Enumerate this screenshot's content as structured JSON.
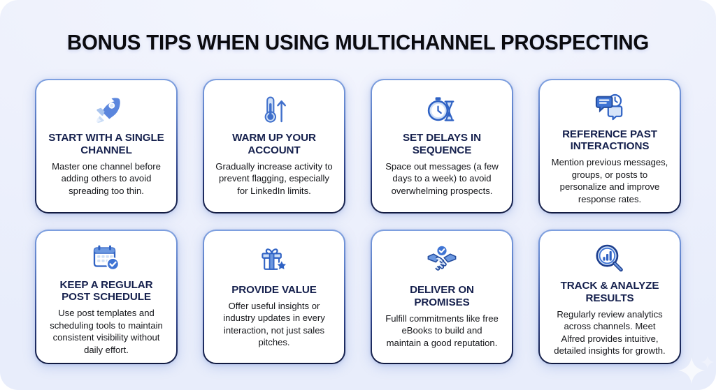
{
  "header": {
    "title": "BONUS TIPS WHEN USING MULTICHANNEL PROSPECTING"
  },
  "theme": {
    "background": "#eef1fc",
    "card_background": "#ffffff",
    "title_color": "#0b0b0f",
    "card_title_color": "#15204d",
    "body_color": "#15161a",
    "icon_primary": "#4a7ad6",
    "icon_light": "#c5d8f5",
    "border_top": "#7ea0e0",
    "border_bottom": "#111a40",
    "glow": "#6e8cd7"
  },
  "cards": [
    {
      "icon": "rocket-icon",
      "title": "START WITH A SINGLE CHANNEL",
      "body": "Master one channel before adding others to avoid spreading too thin."
    },
    {
      "icon": "thermometer-up-icon",
      "title": "WARM UP YOUR ACCOUNT",
      "body": "Gradually increase activity to prevent flagging, especially for LinkedIn limits."
    },
    {
      "icon": "stopwatch-hourglass-icon",
      "title": "SET DELAYS IN SEQUENCE",
      "body": "Space out messages (a few days to a week) to avoid overwhelming prospects."
    },
    {
      "icon": "chat-bubbles-clock-icon",
      "title": "REFERENCE PAST INTERACTIONS",
      "body": "Mention previous messages, groups, or posts to personalize and improve response rates."
    },
    {
      "icon": "calendar-check-icon",
      "title": "KEEP A REGULAR POST SCHEDULE",
      "body": "Use post templates and scheduling tools to maintain consistent visibility without daily effort."
    },
    {
      "icon": "gift-star-icon",
      "title": "PROVIDE VALUE",
      "body": "Offer useful insights or industry updates in every interaction, not just sales pitches."
    },
    {
      "icon": "handshake-check-icon",
      "title": "DELIVER ON PROMISES",
      "body": "Fulfill commitments like free eBooks to build and maintain a good reputation."
    },
    {
      "icon": "magnifier-barchart-icon",
      "title": "TRACK & ANALYZE RESULTS",
      "body": "Regularly review analytics across channels. Meet Alfred provides intuitive, detailed insights for growth."
    }
  ],
  "decorations": [
    {
      "name": "sparkle-bottom-right"
    },
    {
      "name": "sparkle-bottom-right-small"
    }
  ]
}
